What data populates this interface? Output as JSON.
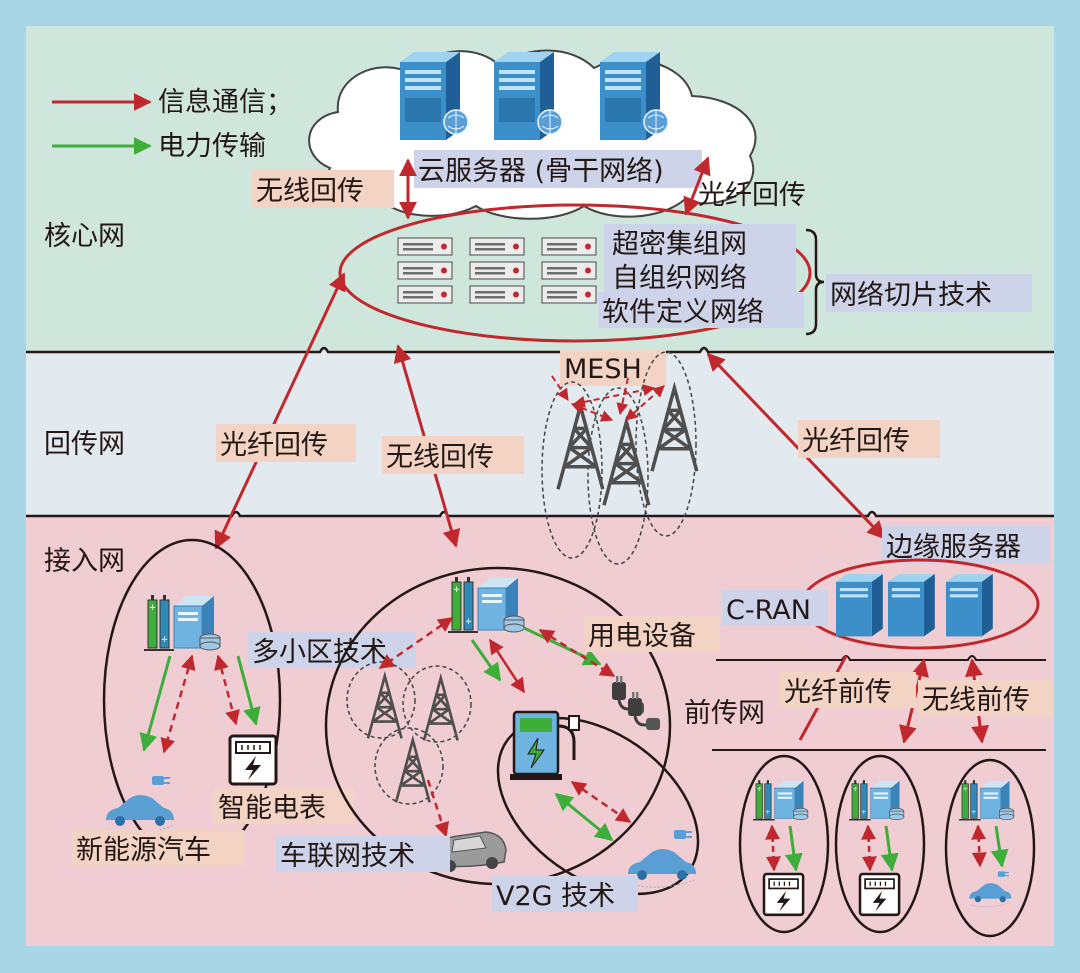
{
  "legend": {
    "info_label": "信息通信；",
    "power_label": "电力传输",
    "info_color": "#c0282d",
    "power_color": "#3dae3a"
  },
  "layers": {
    "core": "核心网",
    "backhaul": "回传网",
    "access": "接入网"
  },
  "core": {
    "cloud_label": "云服务器 (骨干网络)",
    "wireless_backhaul": "无线回传",
    "fiber_backhaul": "光纤回传",
    "tech_ultra_dense": "超密集组网",
    "tech_self_org": "自组织网络",
    "tech_sdn": "软件定义网络",
    "slicing": "网络切片技术"
  },
  "backhaul": {
    "mesh": "MESH",
    "fiber_left": "光纤回传",
    "wireless": "无线回传",
    "fiber_right": "光纤回传"
  },
  "access": {
    "multi_cell": "多小区技术",
    "power_device": "用电设备",
    "smart_meter": "智能电表",
    "ev": "新能源汽车",
    "iov": "车联网技术",
    "v2g": "V2G 技术",
    "edge_server": "边缘服务器",
    "cran": "C-RAN",
    "fronthaul_net": "前传网",
    "fiber_fronthaul": "光纤前传",
    "wireless_fronthaul": "无线前传"
  },
  "colors": {
    "core_bg": "#cfe6dc",
    "backhaul_bg": "#e2e9ef",
    "access_bg": "#f0cdd3",
    "outer_bg": "#a9d6e6",
    "server_blue": "#3c8fc9",
    "tag_blue": "#cdd4ea",
    "tag_peach": "#f3d3c3"
  }
}
